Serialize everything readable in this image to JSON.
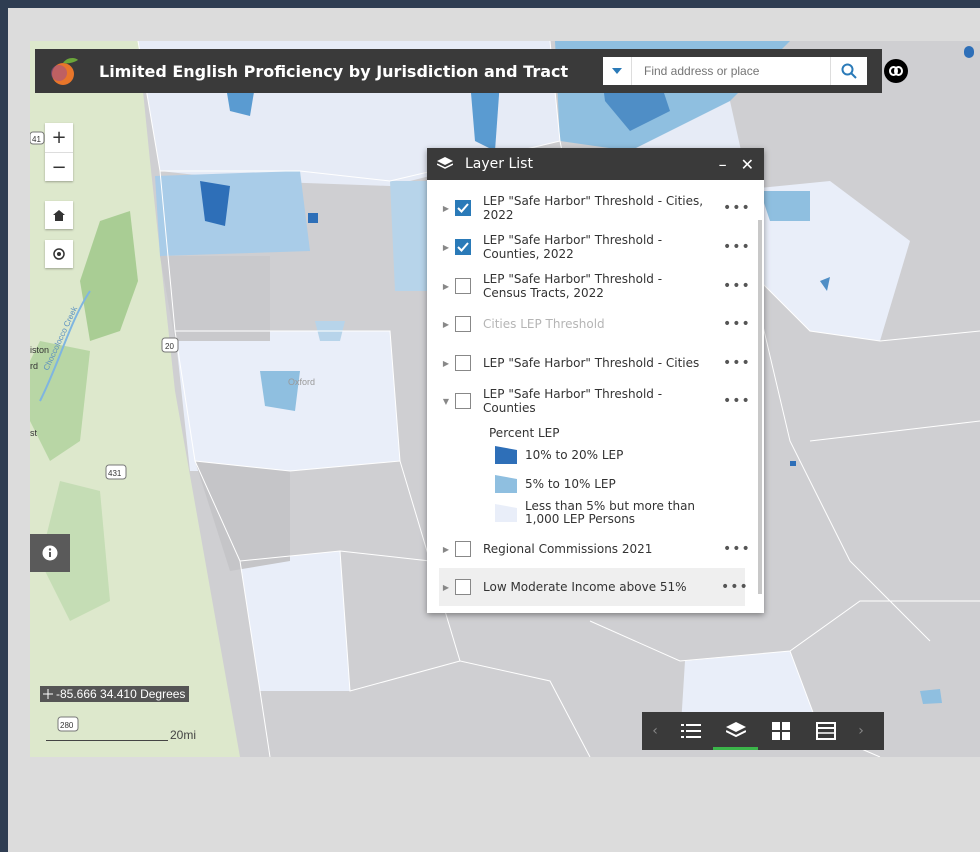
{
  "app": {
    "title": "Limited English Proficiency by Jurisdiction and Tract"
  },
  "search": {
    "placeholder": "Find address or place"
  },
  "map": {
    "coordinates": "-85.666 34.410 Degrees",
    "scale_label": "20mi",
    "zoom_in": "+",
    "zoom_out": "−",
    "labels": {
      "route41": "41",
      "route20": "20",
      "route431": "431",
      "route280": "280",
      "place1": "iston",
      "place2": "rd",
      "place3": "st",
      "creek": "Choccolocco Creek",
      "oxford": "Oxford",
      "colors": {
        "high": "#2e6fb8",
        "mid": "#8fbfe0",
        "low": "#e9eef9",
        "none": "#cfcfd2",
        "terrain": "#d9e6c8"
      }
    }
  },
  "layer_list": {
    "title": "Layer List",
    "minimize": "–",
    "close": "✕",
    "more": "•••",
    "layers": [
      {
        "label": "LEP \"Safe Harbor\" Threshold - Cities, 2022",
        "checked": true
      },
      {
        "label": "LEP \"Safe Harbor\" Threshold - Counties, 2022",
        "checked": true
      },
      {
        "label": "LEP \"Safe Harbor\" Threshold - Census Tracts, 2022",
        "checked": false
      },
      {
        "label": "Cities LEP Threshold",
        "checked": false
      },
      {
        "label": "LEP \"Safe Harbor\" Threshold - Cities",
        "checked": false
      },
      {
        "label": "LEP \"Safe Harbor\" Threshold - Counties",
        "checked": false
      },
      {
        "label": "Regional Commissions 2021",
        "checked": false
      },
      {
        "label": "Low Moderate Income above 51%",
        "checked": false
      }
    ],
    "legend": {
      "title": "Percent LEP",
      "items": [
        {
          "label": "10% to 20% LEP",
          "color": "#2e6fb8"
        },
        {
          "label": "5% to 10% LEP",
          "color": "#8fbfe0"
        },
        {
          "label": "Less than 5% but more than",
          "label2": "1,000 LEP Persons",
          "color": "#e9eef9"
        }
      ]
    }
  },
  "toolbar": {
    "prev": "‹",
    "next": "›"
  }
}
